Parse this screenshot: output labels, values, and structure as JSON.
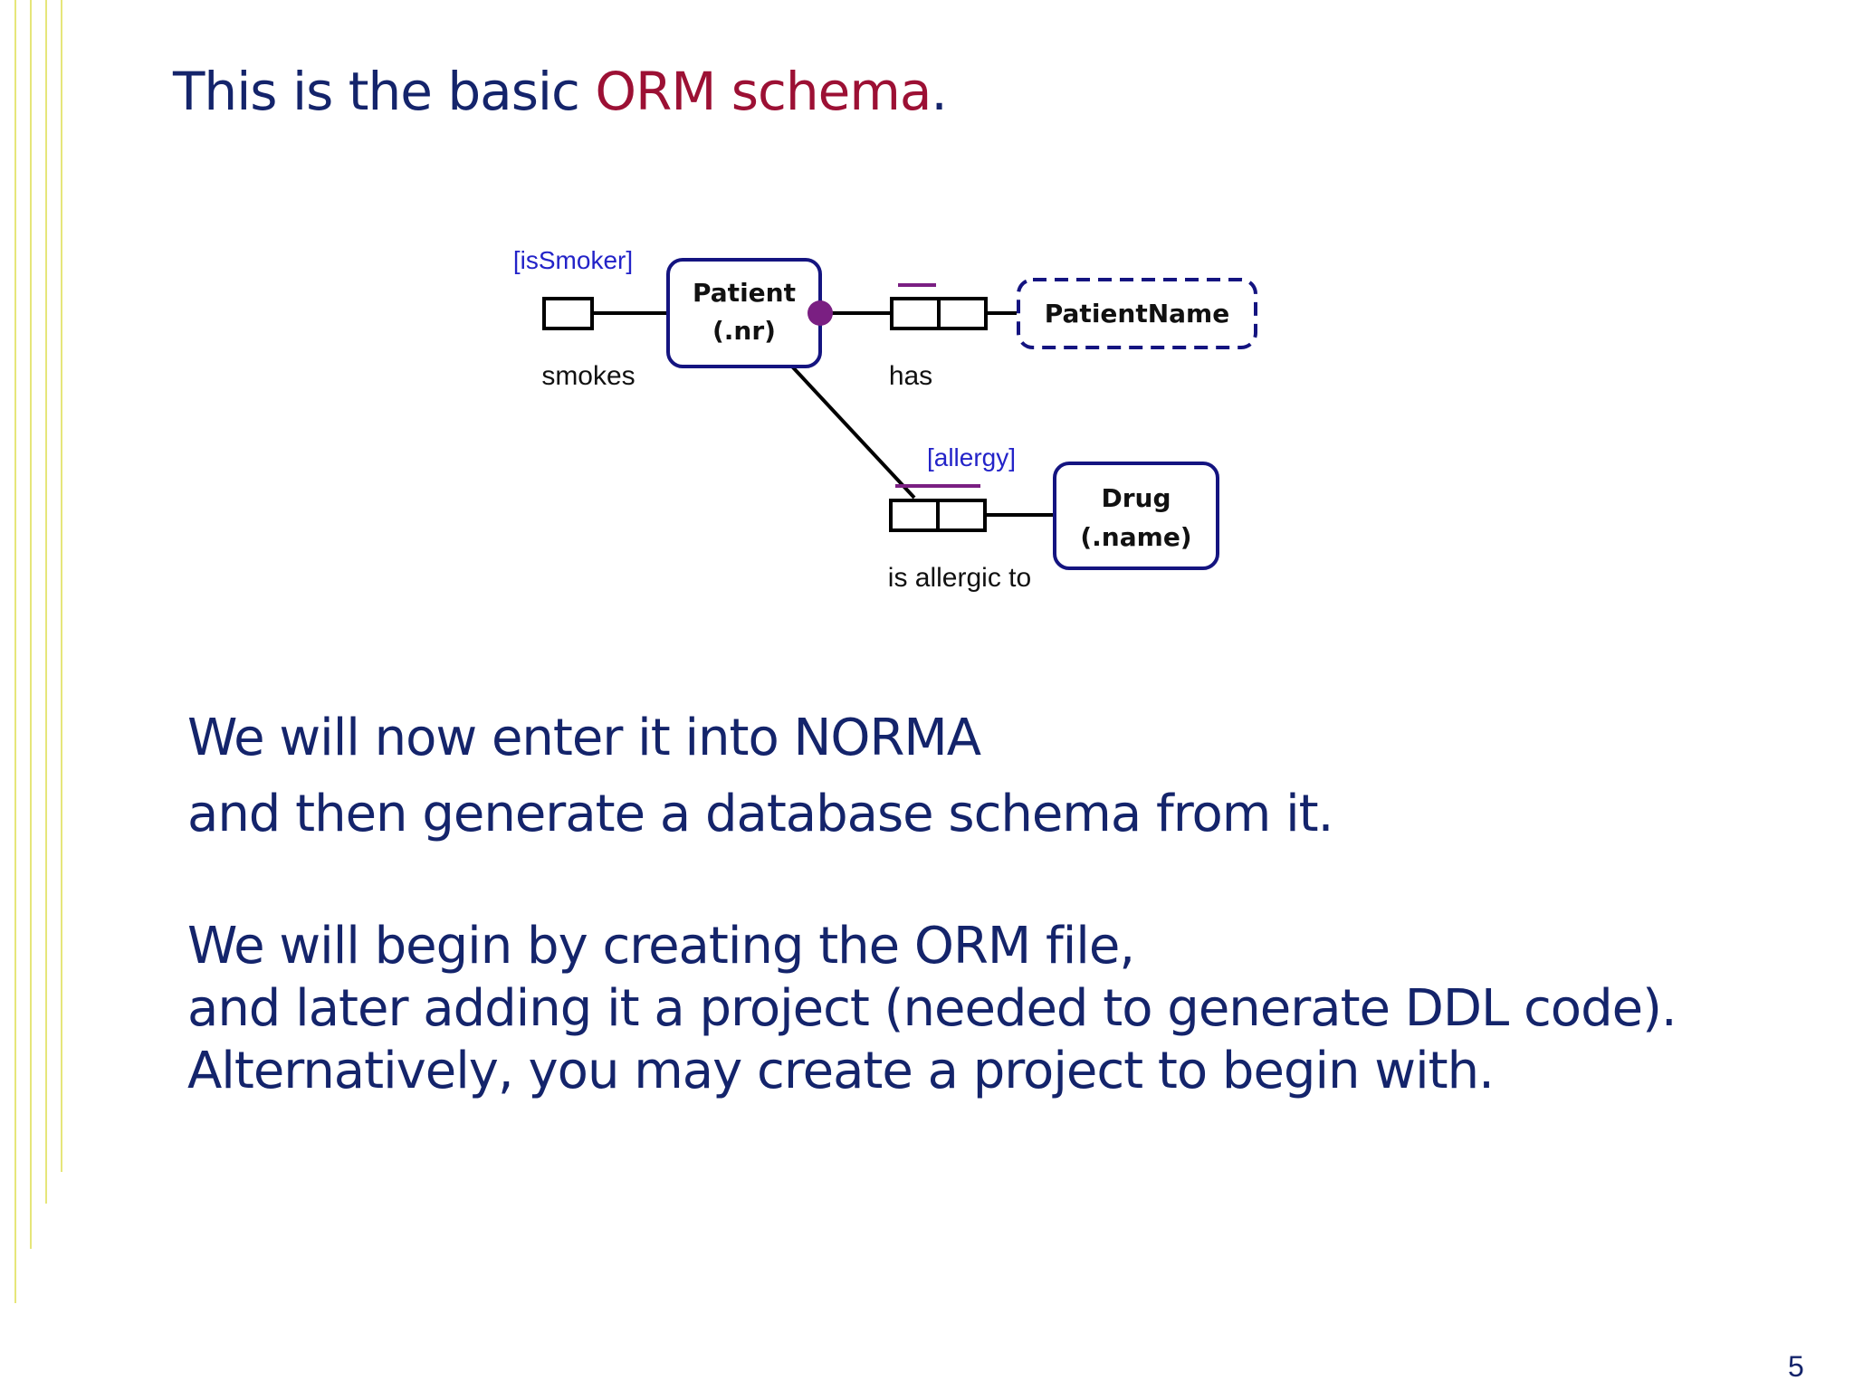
{
  "title": {
    "prefix": "This is the basic ",
    "highlight": "ORM schema",
    "suffix": "."
  },
  "diagram": {
    "entities": {
      "patient": {
        "name": "Patient",
        "ref_mode": "(.nr)"
      },
      "patient_name": {
        "name": "PatientName"
      },
      "drug": {
        "name": "Drug",
        "ref_mode": "(.name)"
      }
    },
    "facts": {
      "smokes": {
        "reading": "smokes",
        "derived_name": "[isSmoker]"
      },
      "has": {
        "reading": "has"
      },
      "allergic": {
        "reading": "is allergic to",
        "derived_name": "[allergy]"
      }
    }
  },
  "paragraph1": [
    "We will now enter it into NORMA",
    "and then generate a database schema from it."
  ],
  "paragraph2": [
    "We will begin by creating the ORM file,",
    "and later adding it a project (needed to generate DDL code).",
    "Alternatively, you may create a project to begin with."
  ],
  "page_number": "5",
  "colors": {
    "text": "#14246b",
    "accent": "#9c1034",
    "entity_border": "#141480",
    "fact_label": "#2323c8",
    "uniqueness": "#7a1f82",
    "rule": "#e6e67a"
  }
}
